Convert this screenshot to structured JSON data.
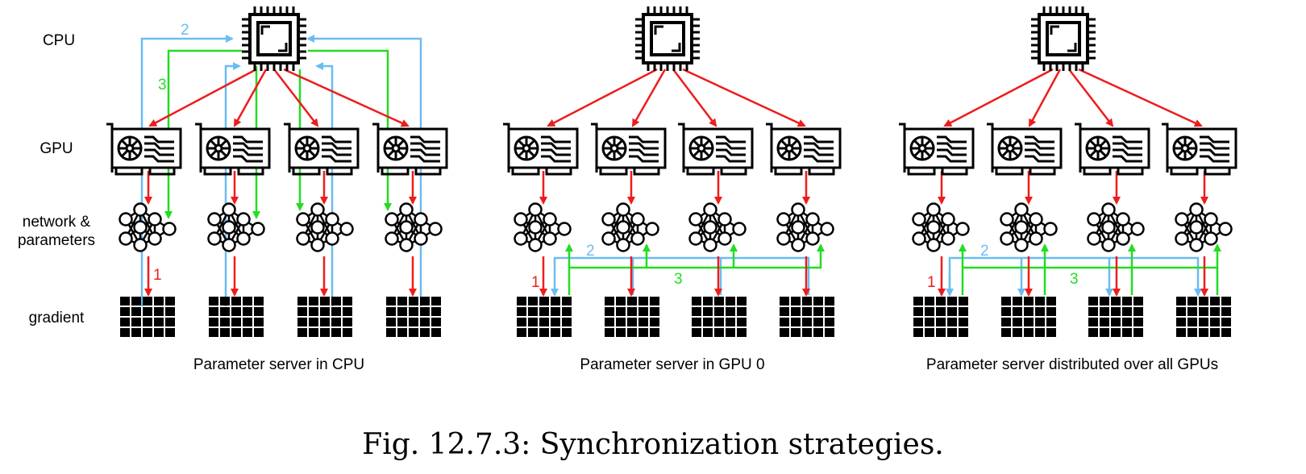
{
  "row_labels": {
    "cpu": "CPU",
    "gpu": "GPU",
    "network_line1": "network &",
    "network_line2": "parameters",
    "gradient": "gradient"
  },
  "panels": [
    {
      "caption": "Parameter server in CPU",
      "steps": [
        "1",
        "2",
        "3"
      ]
    },
    {
      "caption": "Parameter server in GPU 0",
      "steps": [
        "1",
        "2",
        "3"
      ]
    },
    {
      "caption": "Parameter server distributed over all GPUs",
      "steps": [
        "1",
        "2",
        "3"
      ]
    }
  ],
  "figure_caption": "Fig. 12.7.3: Synchronization strategies.",
  "colors": {
    "step1": "#ee1c1c",
    "step2": "#6cbcf0",
    "step3": "#22dd22",
    "ink": "#000000"
  },
  "icons": [
    "cpu-icon",
    "gpu-card-icon",
    "neural-network-icon",
    "gradient-grid-icon"
  ]
}
